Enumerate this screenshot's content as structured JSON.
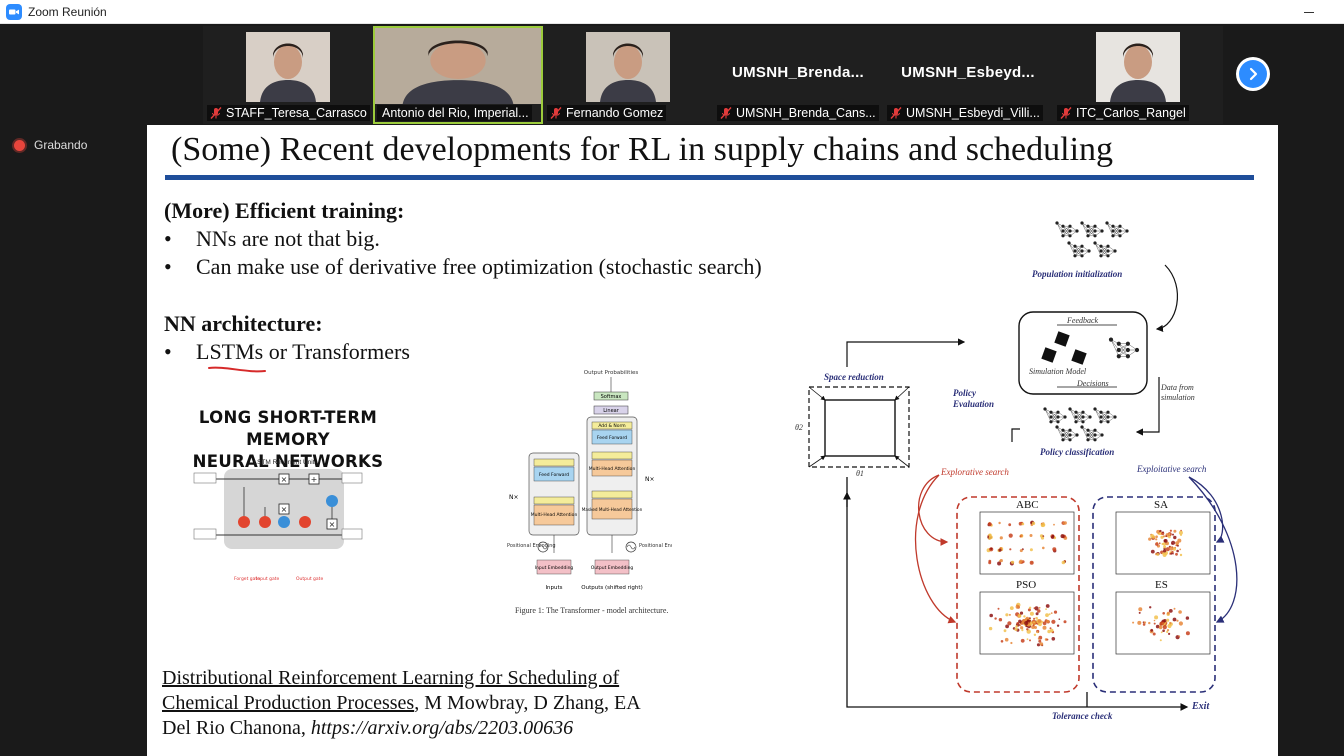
{
  "window": {
    "title": "Zoom Reunión"
  },
  "participants": [
    {
      "name": "STAFF_Teresa_Carrasco",
      "has_video": true,
      "active": false,
      "muted": true,
      "video_bg": "#d8cfc6"
    },
    {
      "name": "Antonio del Rio, Imperial...",
      "has_video": true,
      "active": true,
      "muted": false,
      "video_bg": "#b7ab9b"
    },
    {
      "name": "Fernando Gomez",
      "has_video": true,
      "active": false,
      "muted": true,
      "video_bg": "#c9c2b8"
    },
    {
      "name": "UMSNH_Brenda_Cans...",
      "display": "UMSNH_Brenda...",
      "has_video": false,
      "active": false,
      "muted": true
    },
    {
      "name": "UMSNH_Esbeydi_Villi...",
      "display": "UMSNH_Esbeyd...",
      "has_video": false,
      "active": false,
      "muted": true
    },
    {
      "name": "ITC_Carlos_Rangel",
      "has_video": true,
      "active": false,
      "muted": true,
      "video_bg": "#e7e4e0"
    }
  ],
  "recording": {
    "label": "Grabando"
  },
  "slide": {
    "title": "(Some) Recent developments for RL in supply chains and scheduling",
    "section1": {
      "heading": "(More) Efficient training:",
      "bullets": [
        "NNs are not that big.",
        "Can make use of derivative free optimization (stochastic search)"
      ]
    },
    "section2": {
      "heading": "NN architecture:",
      "bullets": [
        "LSTMs or Transformers"
      ]
    },
    "lstm_figure": {
      "heading_line1": "LONG SHORT-TERM MEMORY",
      "heading_line2": "NEURAL NETWORKS",
      "unit_title": "LSTM Recurrent Unit"
    },
    "transformer_figure": {
      "caption": "Figure 1: The Transformer - model architecture.",
      "output_probabilities": "Output Probabilities",
      "softmax": "Softmax",
      "linear": "Linear",
      "add_norm": "Add & Norm",
      "feed_forward": "Feed Forward",
      "multi_head": "Multi-Head Attention",
      "masked_multi_head": "Masked Multi-Head Attention",
      "positional_encoding": "Positional Encoding",
      "input_embedding": "Input Embedding",
      "output_embedding": "Output Embedding",
      "inputs": "Inputs",
      "outputs": "Outputs (shifted right)",
      "nx": "N×"
    },
    "rl_diagram": {
      "population_initialization": "Population initialization",
      "feedback": "Feedback",
      "simulation_model": "Simulation Model",
      "decisions": "Decisions",
      "data_from_simulation": "Data from simulation",
      "policy_evaluation": "Policy Evaluation",
      "policy_classification": "Policy classification",
      "space_reduction": "Space reduction",
      "explorative_search": "Explorative search",
      "exploitative_search": "Exploitative search",
      "panels": [
        "ABC",
        "SA",
        "PSO",
        "ES"
      ],
      "tolerance_check": "Tolerance check",
      "exit": "Exit",
      "theta1": "θ1",
      "theta2": "θ2"
    },
    "reference": {
      "title_line1": "Distributional Reinforcement Learning for Scheduling of",
      "title_line2": "Chemical Production Processes",
      "authors": ", M Mowbray, D Zhang, EA",
      "authors_line3": "Del Rio Chanona, ",
      "url": "https://arxiv.org/abs/2203.00636"
    }
  },
  "colors": {
    "title_rule": "#1f4e9a",
    "zoom_blue": "#2d8cff",
    "active_speaker": "#9ccc3c",
    "recording_red": "#e8453c",
    "explorative_red": "#c0392b",
    "exploitative_blue": "#2a2f78"
  }
}
